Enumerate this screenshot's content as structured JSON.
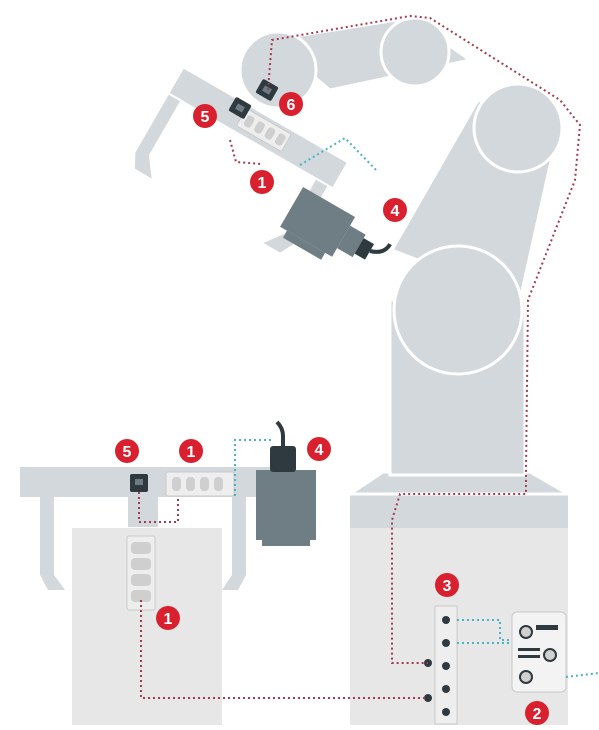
{
  "colors": {
    "background": "#ffffff",
    "robot": "#d2d8dc",
    "robot_outline": "#ffffff",
    "cabinet": "#e7e7e7",
    "module": "#eeeeee",
    "sensor": "#2f3a40",
    "gripper": "#6f7d84",
    "badge": "#d8202f",
    "badge_text": "#ffffff",
    "wire_red": "#a33a4d",
    "wire_blue": "#46b3c7"
  },
  "badges": {
    "b1_arm": "1",
    "b1_table": "1",
    "b1_cabinet": "1",
    "b2": "2",
    "b3": "3",
    "b4_arm": "4",
    "b4_table": "4",
    "b5_arm": "5",
    "b5_table": "5",
    "b6": "6"
  },
  "icons": {
    "io_module": "io-module-icon",
    "sensor": "sensor-icon",
    "gripper": "gripper-icon",
    "controller": "controller-icon",
    "distribution_block": "distribution-block-icon"
  }
}
